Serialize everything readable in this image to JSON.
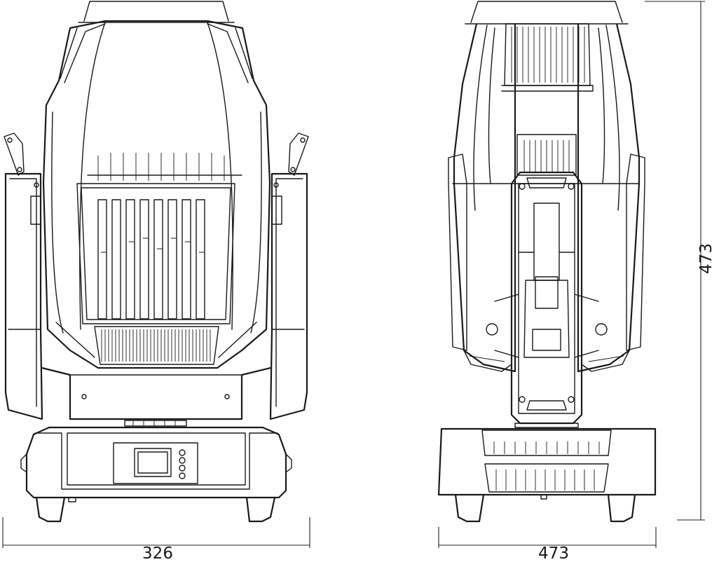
{
  "dimensions": {
    "front_width": "326",
    "side_width": "473",
    "side_height": "473"
  }
}
